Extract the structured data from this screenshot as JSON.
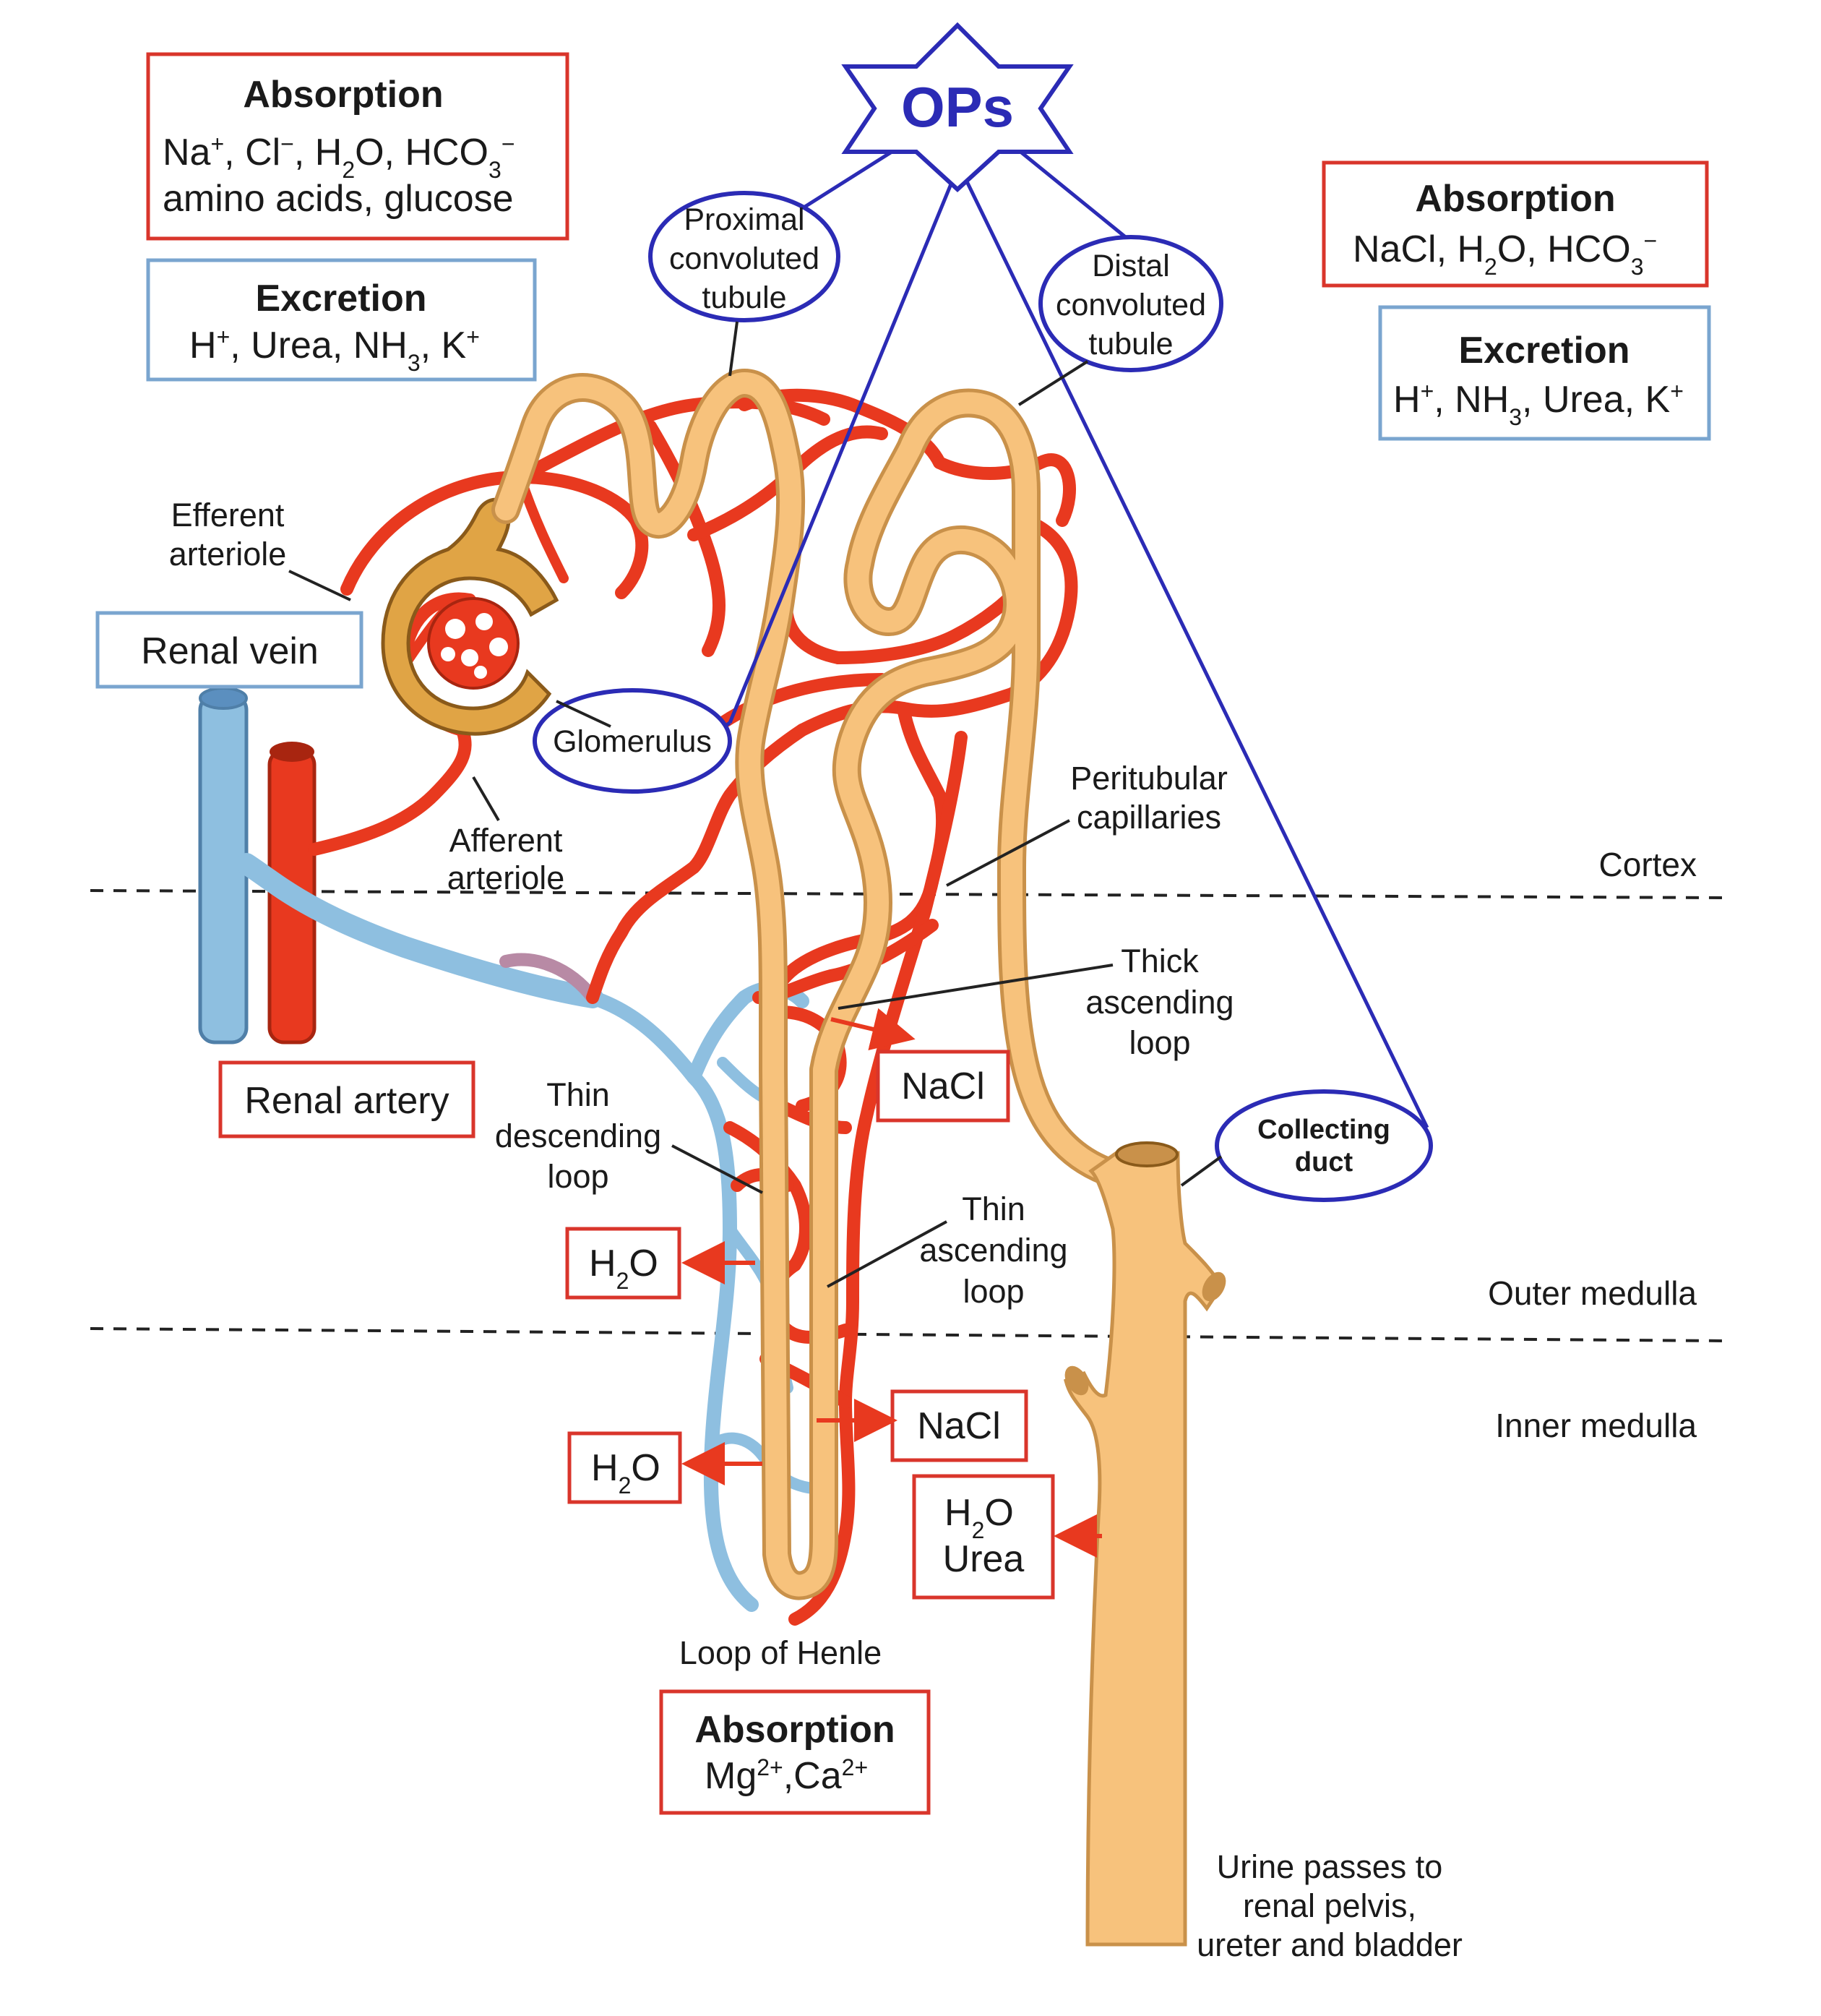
{
  "ops": "OPs",
  "colors": {
    "tubule": "#f7c27c",
    "tubule_edge": "#c9914a",
    "artery": "#e8391f",
    "vein": "#8ebfe0",
    "ops_outline": "#2b2bb5",
    "red_box": "#d9352b",
    "blue_box": "#7aa5cf"
  },
  "structures": {
    "proximal": [
      "Proximal",
      "convoluted",
      "tubule"
    ],
    "distal": [
      "Distal",
      "convoluted",
      "tubule"
    ],
    "glomerulus": "Glomerulus",
    "collecting": [
      "Collecting",
      "duct"
    ]
  },
  "boxes": {
    "top_left_absorption": {
      "title": "Absorption",
      "line1": {
        "na": "Na",
        "cl": ", Cl",
        "h2o": ", H",
        "o": "O, HCO",
        "minus": "−",
        "plus": "+",
        "sub2": "2",
        "sub3": "3"
      },
      "line2": "amino acids, glucose"
    },
    "top_left_excretion": {
      "title": "Excretion",
      "line1": {
        "h": "H",
        "plus": "+",
        "urea": ", Urea, NH",
        "sub3": "3",
        "k": ", K"
      }
    },
    "top_right_absorption": {
      "title": "Absorption",
      "line1": {
        "nacl": "NaCl, H",
        "sub2": "2",
        "o": "O, HCO",
        "sub3": "3",
        "minus": "−"
      }
    },
    "top_right_excretion": {
      "title": "Excretion",
      "line1": {
        "h": "H",
        "plus": "+",
        "nh": ", NH",
        "sub3": "3",
        "urea": ", Urea, K"
      }
    },
    "bottom_absorption": {
      "title": "Absorption",
      "mg": "Mg",
      "mg_sup": "2+",
      "ca": ",Ca",
      "ca_sup": "2+"
    },
    "renal_vein": "Renal vein",
    "renal_artery": "Renal artery",
    "nacl_upper": "NaCl",
    "nacl_lower": "NaCl",
    "h2o_upper": {
      "h": "H",
      "sub": "2",
      "o": "O"
    },
    "h2o_lower": {
      "h": "H",
      "sub": "2",
      "o": "O"
    },
    "h2o_urea": {
      "h": "H",
      "sub": "2",
      "o": "O",
      "urea": "Urea"
    }
  },
  "labels": {
    "efferent": [
      "Efferent",
      "arteriole"
    ],
    "afferent": [
      "Afferent",
      "arteriole"
    ],
    "peritubular": [
      "Peritubular",
      "capillaries"
    ],
    "thick": [
      "Thick",
      "ascending",
      "loop"
    ],
    "thin_desc": [
      "Thin",
      "descending",
      "loop"
    ],
    "thin_asc": [
      "Thin",
      "ascending",
      "loop"
    ],
    "loop_henle": "Loop of Henle",
    "urine": [
      "Urine passes to",
      "renal pelvis,",
      "ureter and bladder"
    ]
  },
  "zones": {
    "cortex": "Cortex",
    "outer": "Outer medulla",
    "inner": "Inner medulla"
  }
}
